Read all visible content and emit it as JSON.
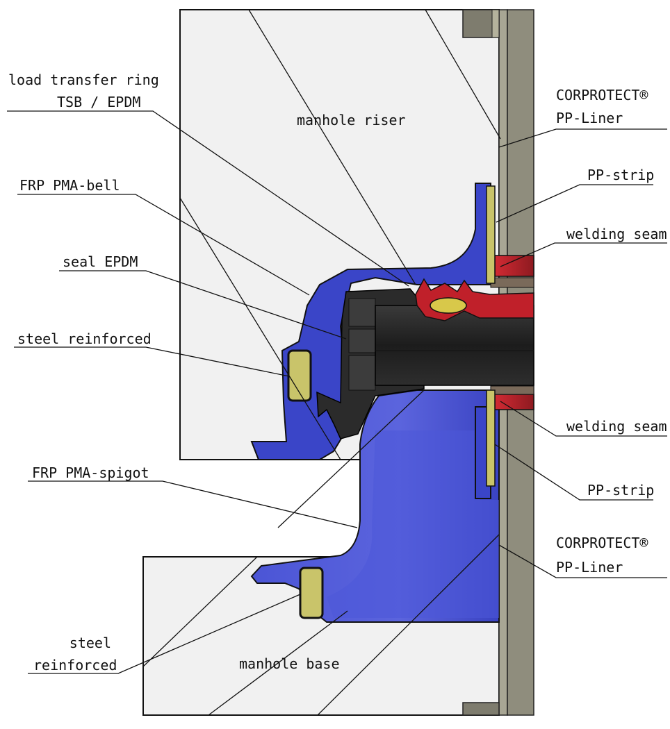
{
  "labels": {
    "load_transfer_ring_1": "load transfer ring",
    "load_transfer_ring_2": "TSB / EPDM",
    "manhole_riser": "manhole riser",
    "corprotect_top_1": "CORPROTECT®",
    "corprotect_top_2": "PP-Liner",
    "pp_strip_top": "PP-strip",
    "frp_pma_bell": "FRP PMA-bell",
    "welding_seam_top": "welding seam",
    "seal_epdm": "seal EPDM",
    "steel_reinforced_top": "steel reinforced",
    "welding_seam_bottom": "welding seam",
    "pp_strip_bottom": "PP-strip",
    "frp_pma_spigot": "FRP PMA-spigot",
    "corprotect_bottom_1": "CORPROTECT®",
    "corprotect_bottom_2": "PP-Liner",
    "steel_reinforced_bottom_1": "steel",
    "steel_reinforced_bottom_2": "reinforced",
    "manhole_base": "manhole base"
  },
  "colors": {
    "frp": "#3a45c8",
    "seal": "#2a2a2a",
    "steel": "#c9c46a",
    "weld": "#c0202a",
    "liner": "#9a9888",
    "concrete": "#f1f1f1"
  }
}
